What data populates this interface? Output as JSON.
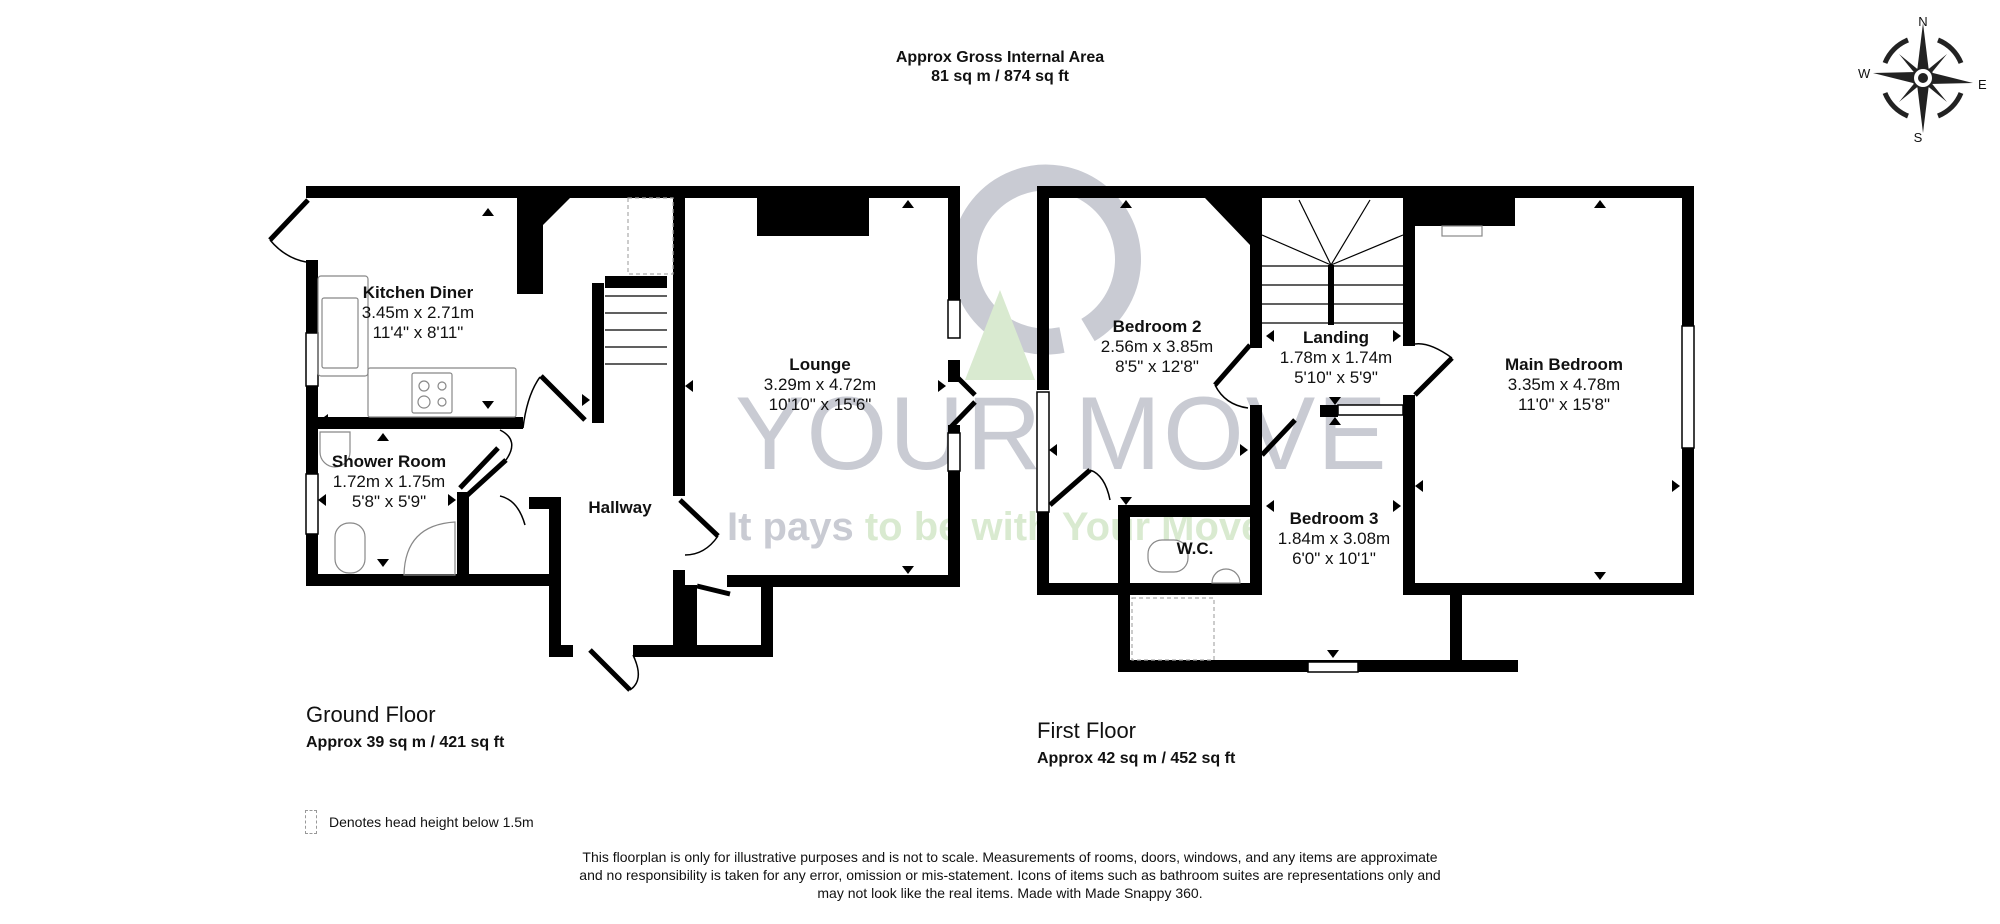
{
  "header": {
    "gross_area_title": "Approx Gross Internal Area",
    "gross_area_value": "81 sq m / 874 sq ft"
  },
  "compass": {
    "icon": "compass-rose-icon",
    "north": "N",
    "south": "S",
    "east": "E",
    "west": "W"
  },
  "watermark": {
    "brand": "YOUR MOVE",
    "tagline_part1": "It pays",
    "tagline_part2": "to be with Your Move",
    "colors": {
      "grey": "#c9cbd3",
      "green": "#d9ead0"
    }
  },
  "ground_floor": {
    "title": "Ground Floor",
    "area": "Approx 39 sq m / 421 sq ft",
    "rooms": [
      {
        "name": "Kitchen Diner",
        "metric": "3.45m x 2.71m",
        "imperial": "11'4\" x 8'11\""
      },
      {
        "name": "Shower Room",
        "metric": "1.72m x 1.75m",
        "imperial": "5'8\" x 5'9\""
      },
      {
        "name": "Hallway",
        "metric": "",
        "imperial": ""
      },
      {
        "name": "Lounge",
        "metric": "3.29m x 4.72m",
        "imperial": "10'10\" x 15'6\""
      }
    ]
  },
  "first_floor": {
    "title": "First Floor",
    "area": "Approx 42 sq m / 452 sq ft",
    "rooms": [
      {
        "name": "Bedroom 2",
        "metric": "2.56m x 3.85m",
        "imperial": "8'5\" x 12'8\""
      },
      {
        "name": "Landing",
        "metric": "1.78m x 1.74m",
        "imperial": "5'10\" x 5'9\""
      },
      {
        "name": "Main Bedroom",
        "metric": "3.35m x 4.78m",
        "imperial": "11'0\" x 15'8\""
      },
      {
        "name": "Bedroom 3",
        "metric": "1.84m x 3.08m",
        "imperial": "6'0\" x 10'1\""
      },
      {
        "name": "W.C.",
        "metric": "",
        "imperial": ""
      }
    ]
  },
  "legend": {
    "icon": "dashed-box-icon",
    "text": "Denotes head height below 1.5m"
  },
  "disclaimer": {
    "line1": "This floorplan is only for illustrative purposes and is not to scale. Measurements of rooms, doors, windows, and any items are approximate",
    "line2": "and no responsibility is taken for any error, omission or mis-statement. Icons of items such as bathroom suites are representations only and",
    "line3": "may not look like the real items. Made with Made Snappy 360."
  }
}
